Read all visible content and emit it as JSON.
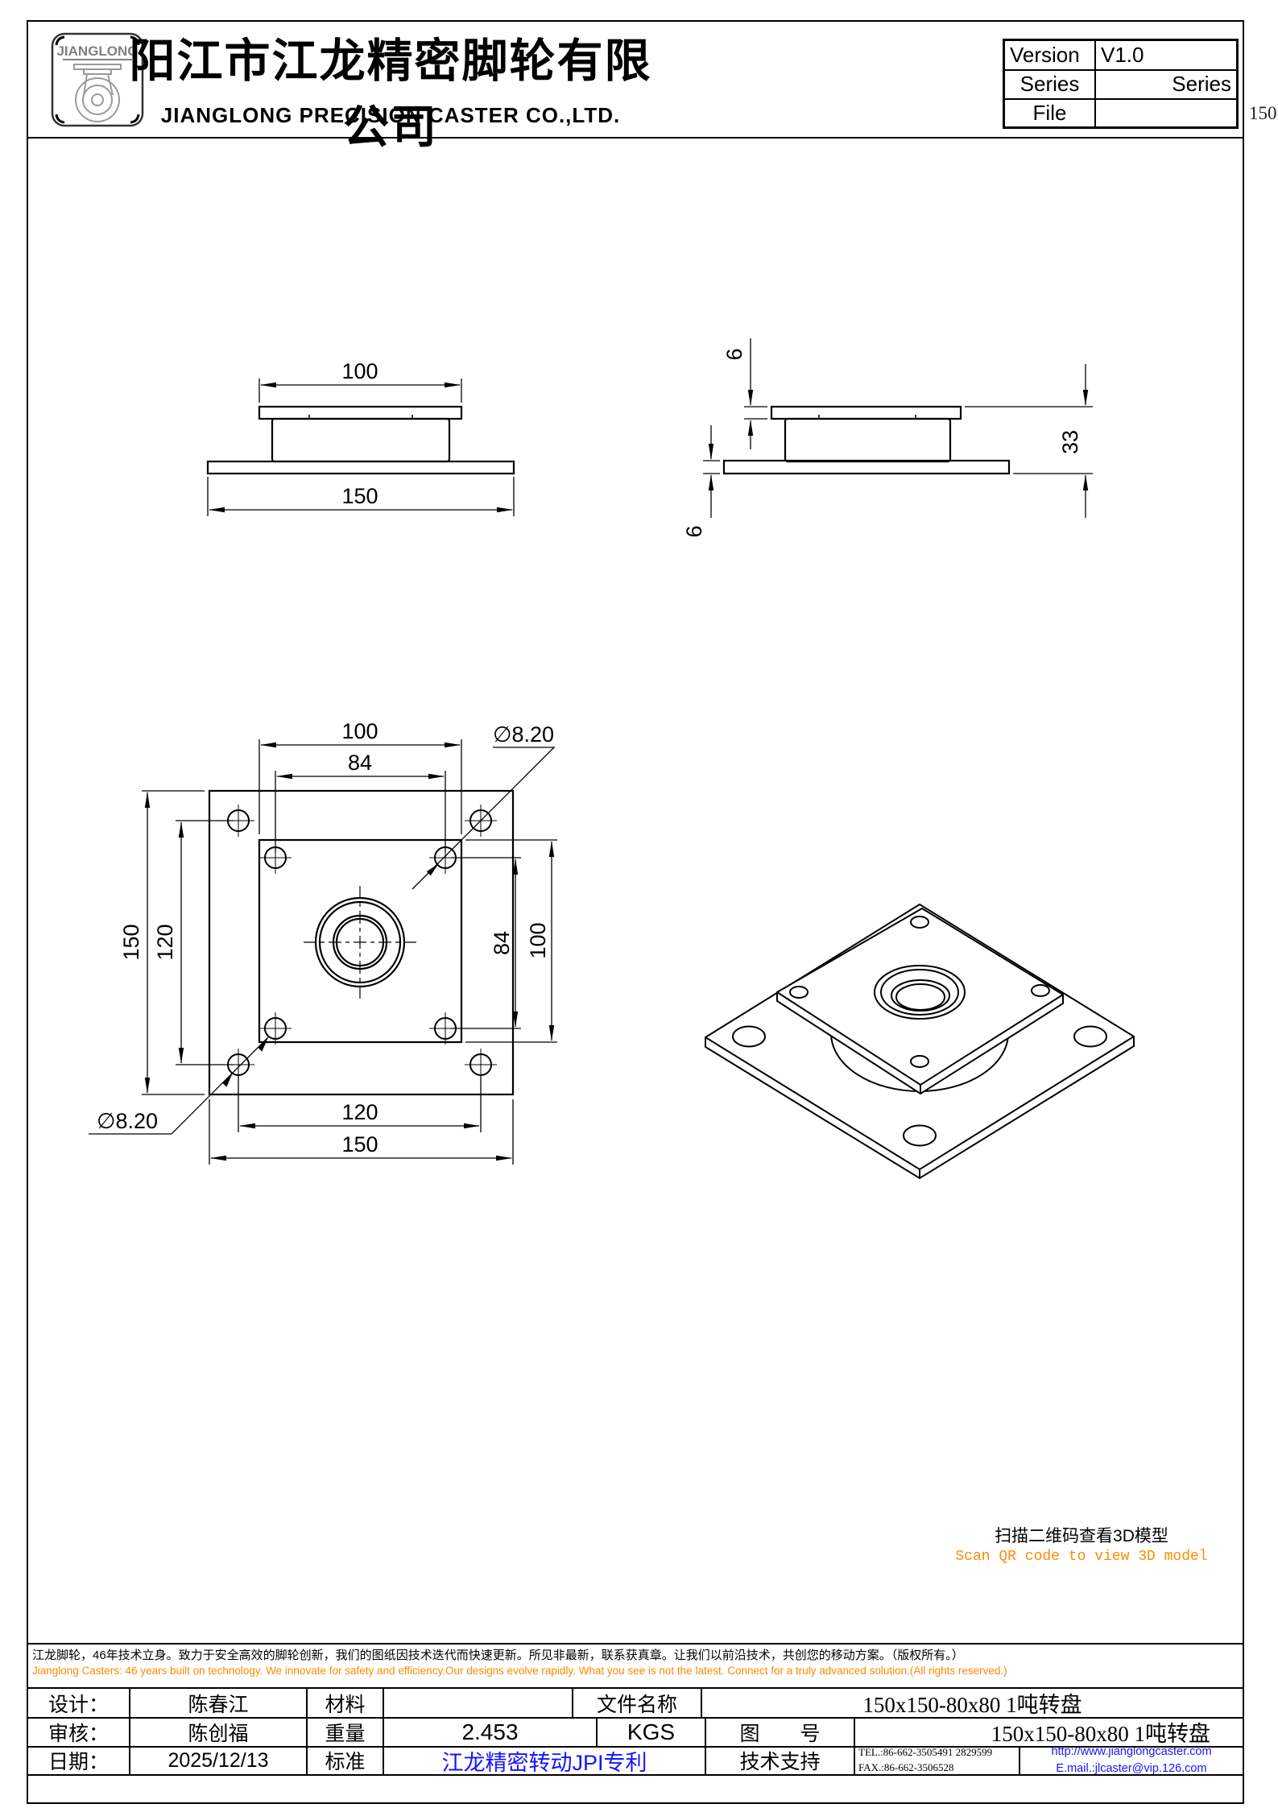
{
  "header": {
    "logo_text": "JIANGLONG",
    "company_cn": "阳江市江龙精密脚轮有限公司",
    "company_en": "JIANGLONG PRECISION CASTER CO.,LTD.",
    "page_note": "150",
    "meta": {
      "version_label": "Version",
      "version_value": "V1.0",
      "series_label": "Series",
      "series_value": "Series",
      "file_label": "File",
      "file_value": ""
    }
  },
  "drawing": {
    "dims": {
      "front_width_top": "100",
      "front_width_bottom": "150",
      "side_plate_top": "6",
      "side_plate_bottom": "6",
      "side_height": "33",
      "plan_top_outer": "100",
      "plan_top_inner": "84",
      "plan_left_outer": "150",
      "plan_left_inner": "120",
      "plan_right_inner": "84",
      "plan_right_outer": "100",
      "plan_bottom_inner": "120",
      "plan_bottom_outer": "150",
      "hole_dia_top_right": "∅8.20",
      "hole_dia_bottom_left": "∅8.20"
    }
  },
  "qr": {
    "cn": "扫描二维码查看3D模型",
    "en": "Scan QR code to view 3D model"
  },
  "disclaimer": {
    "cn": "江龙脚轮，46年技术立身。致力于安全高效的脚轮创新，我们的图纸因技术迭代而快速更新。所见非最新，联系获真章。让我们以前沿技术，共创您的移动方案。（版权所有。）",
    "en": "Jianglong Casters: 46 years built on technology. We innovate for safety and efficiency.Our designs evolve rapidly. What you see is not the latest. Connect for a truly advanced solution.(All rights reserved.)"
  },
  "footer": {
    "design_label": "设计：",
    "design_value": "陈春江",
    "check_label": "审核：",
    "check_value": "陈创福",
    "date_label": "日期：",
    "date_value": "2025/12/13",
    "material_label": "材料",
    "material_value": "",
    "weight_label": "重量",
    "weight_value": "2.453",
    "weight_unit": "KGS",
    "standard_label": "标准",
    "standard_value": "江龙精密转动JPI专利",
    "file_name_label": "文件名称",
    "file_name_value": "150x150-80x80 1吨转盘",
    "drawing_no_label": "图　　号",
    "drawing_no_value": "150x150-80x80 1吨转盘",
    "support_label": "技术支持",
    "tel": "TEL.:86-662-3505491 2829599",
    "fax": "FAX.:86-662-3506528",
    "website": "http://www.jianglongcaster.com",
    "email": "E.mail.:jlcaster@vip.126.com"
  },
  "colors": {
    "accent_orange": "#ff8a00",
    "link_blue": "#1414ff"
  }
}
